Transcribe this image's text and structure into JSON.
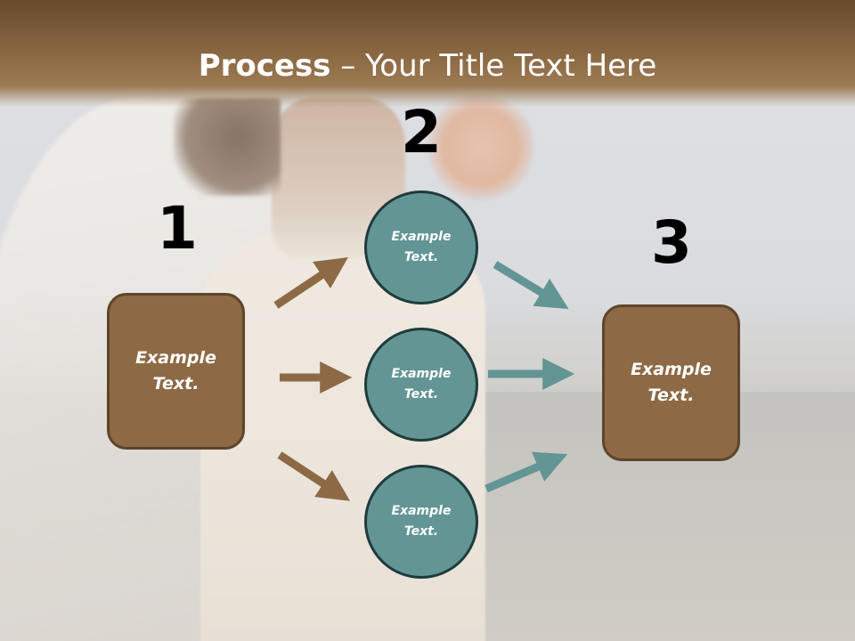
{
  "title": {
    "bold": "Process",
    "rest": " – Your Title Text Here"
  },
  "steps": [
    "1",
    "2",
    "3"
  ],
  "nodes": {
    "left_box": "Example\nText.",
    "circle_top": "Example\nText.",
    "circle_mid": "Example\nText.",
    "circle_bottom": "Example\nText.",
    "right_box": "Example\nText."
  },
  "colors": {
    "title_bar": "#8c6a44",
    "box_fill": "#8d6a45",
    "circle_fill": "#639595",
    "arrow_brown": "#8d6a45",
    "arrow_teal": "#639595"
  }
}
